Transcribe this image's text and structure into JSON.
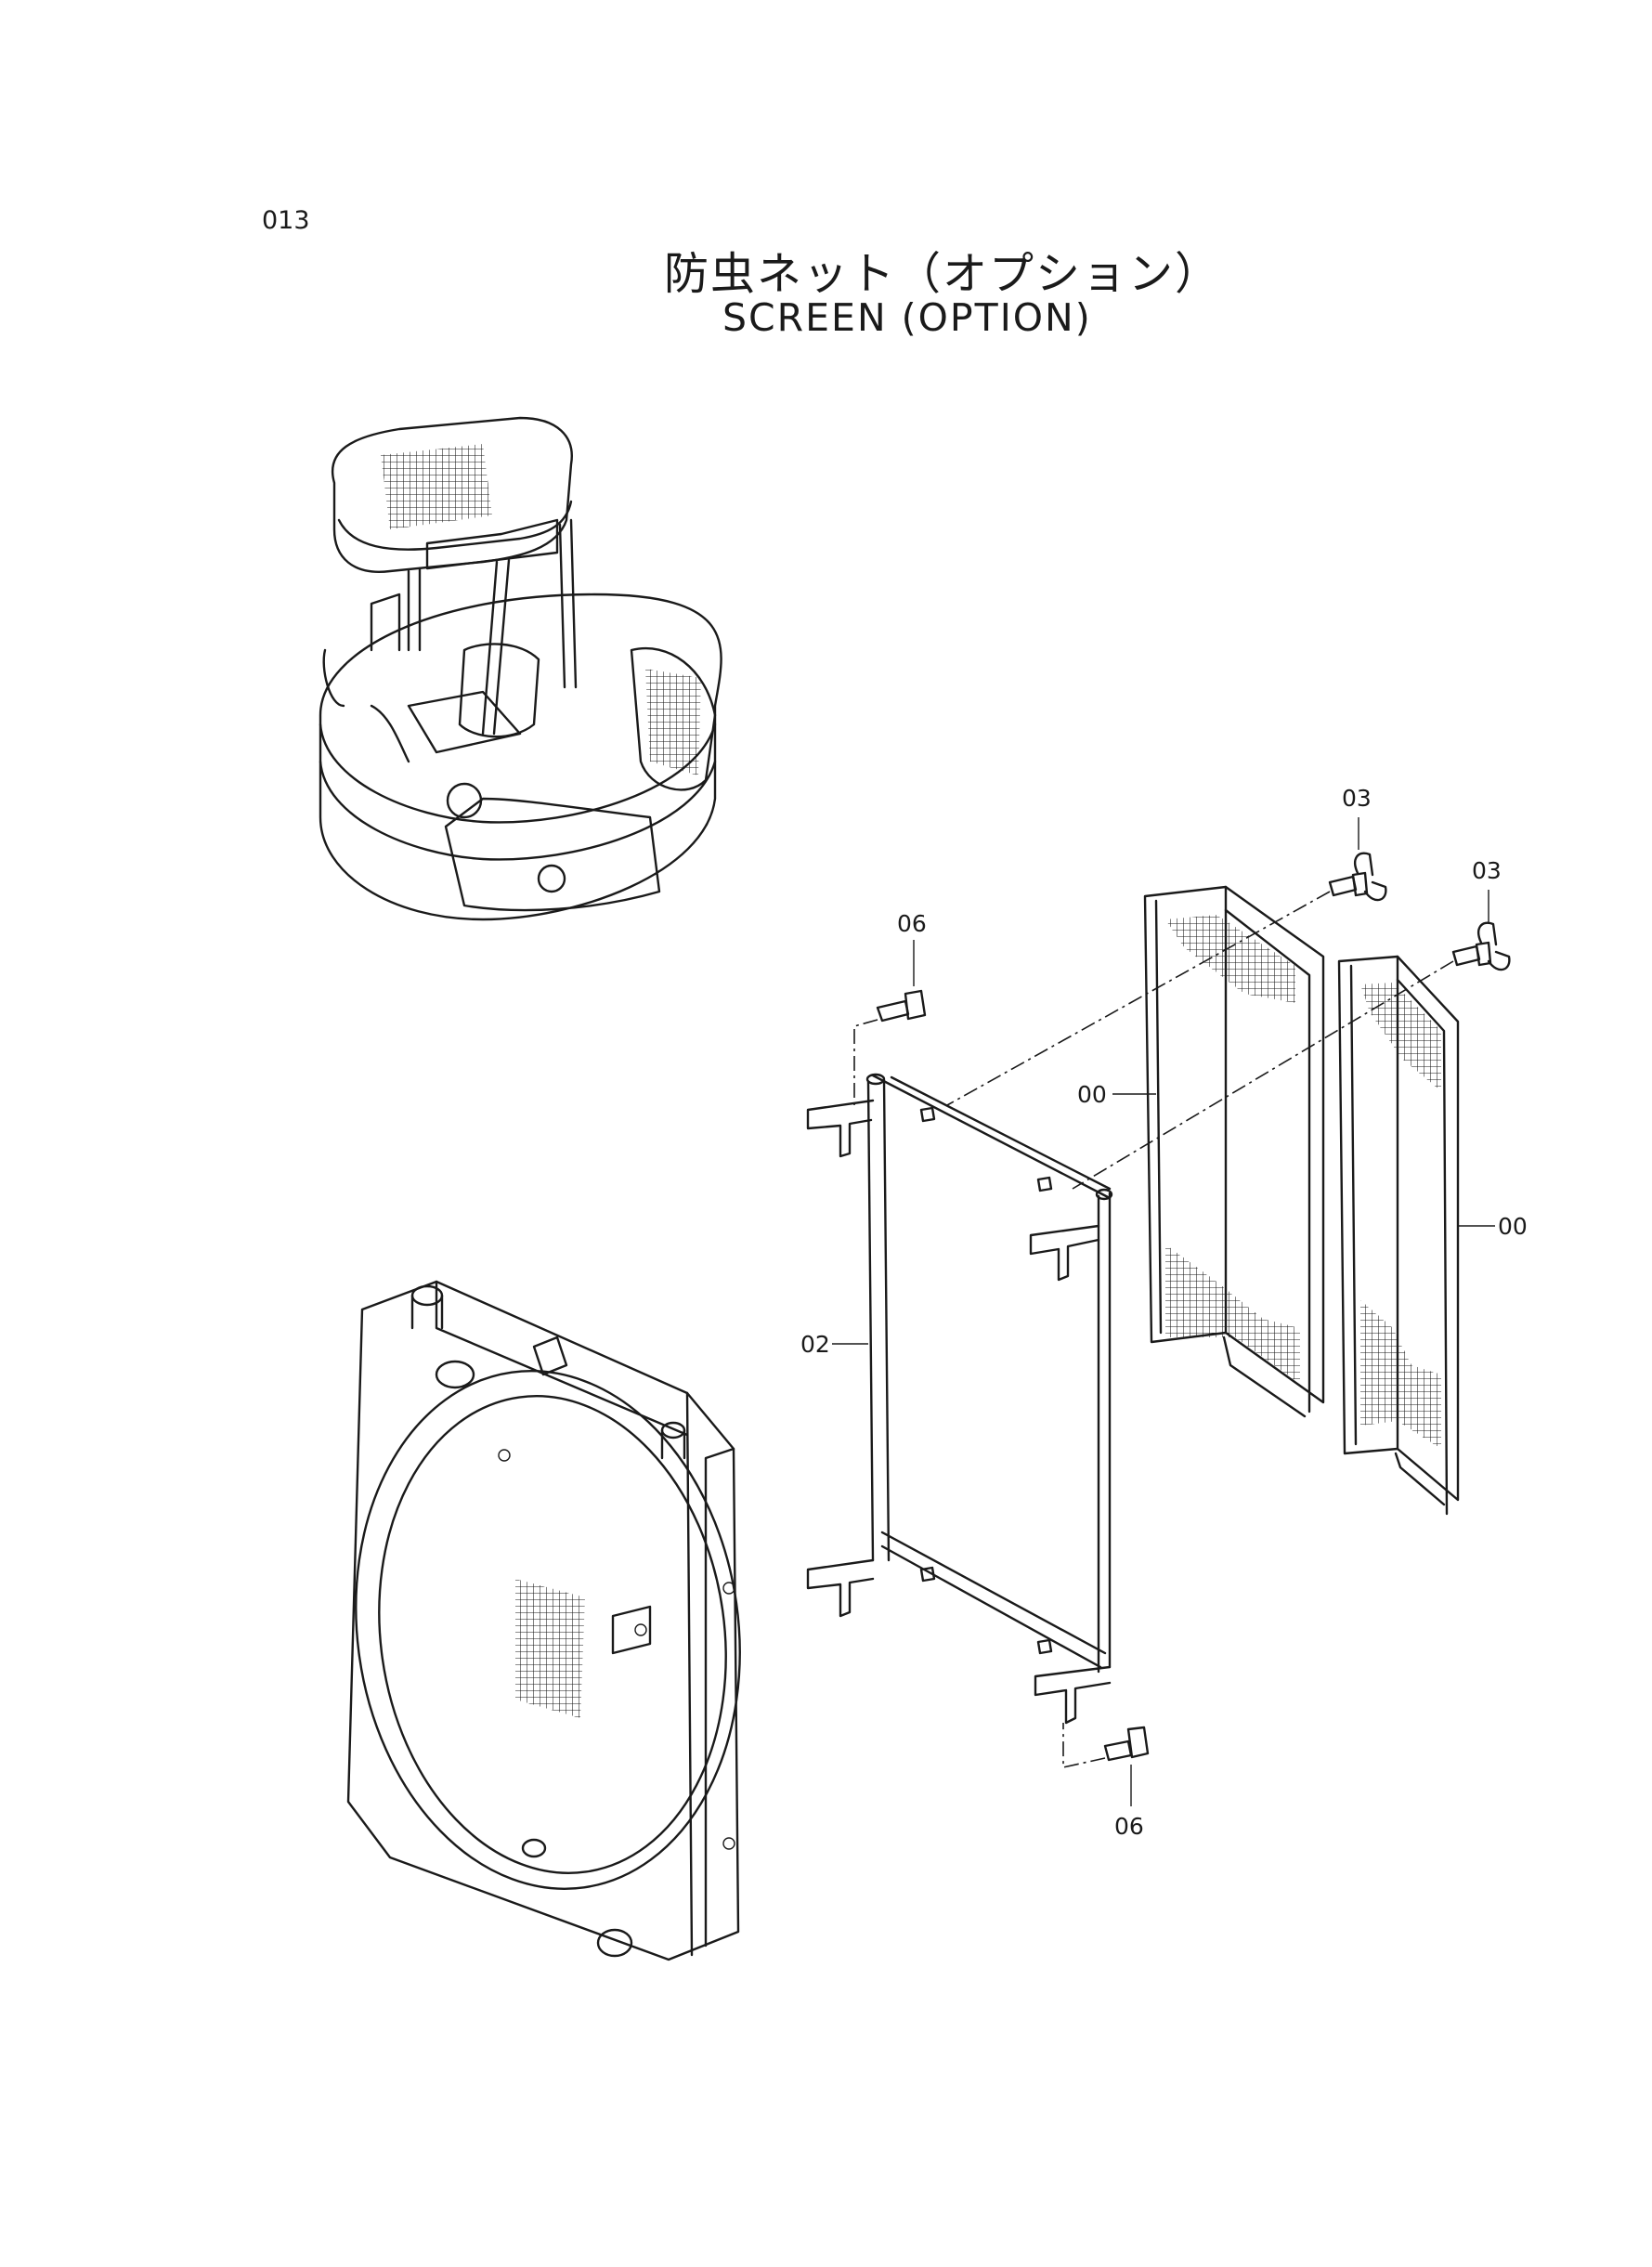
{
  "page": {
    "number": "013",
    "title_jp": "防虫ネット（オプション）",
    "title_en": "SCREEN  (OPTION)"
  },
  "callouts": {
    "screen_a": "00",
    "screen_b": "00",
    "frame": "02",
    "wing_bolt_a": "03",
    "wing_bolt_b": "03",
    "bolt_top": "06",
    "bolt_bottom": "06"
  },
  "illustrations": {
    "machine": "excavator-canopy-icon",
    "radiator": "radiator-icon",
    "frame": "screen-frame-icon",
    "screens": "mesh-screen-icon",
    "bolts": "bolt-icon",
    "wing_bolts": "wing-bolt-icon"
  }
}
